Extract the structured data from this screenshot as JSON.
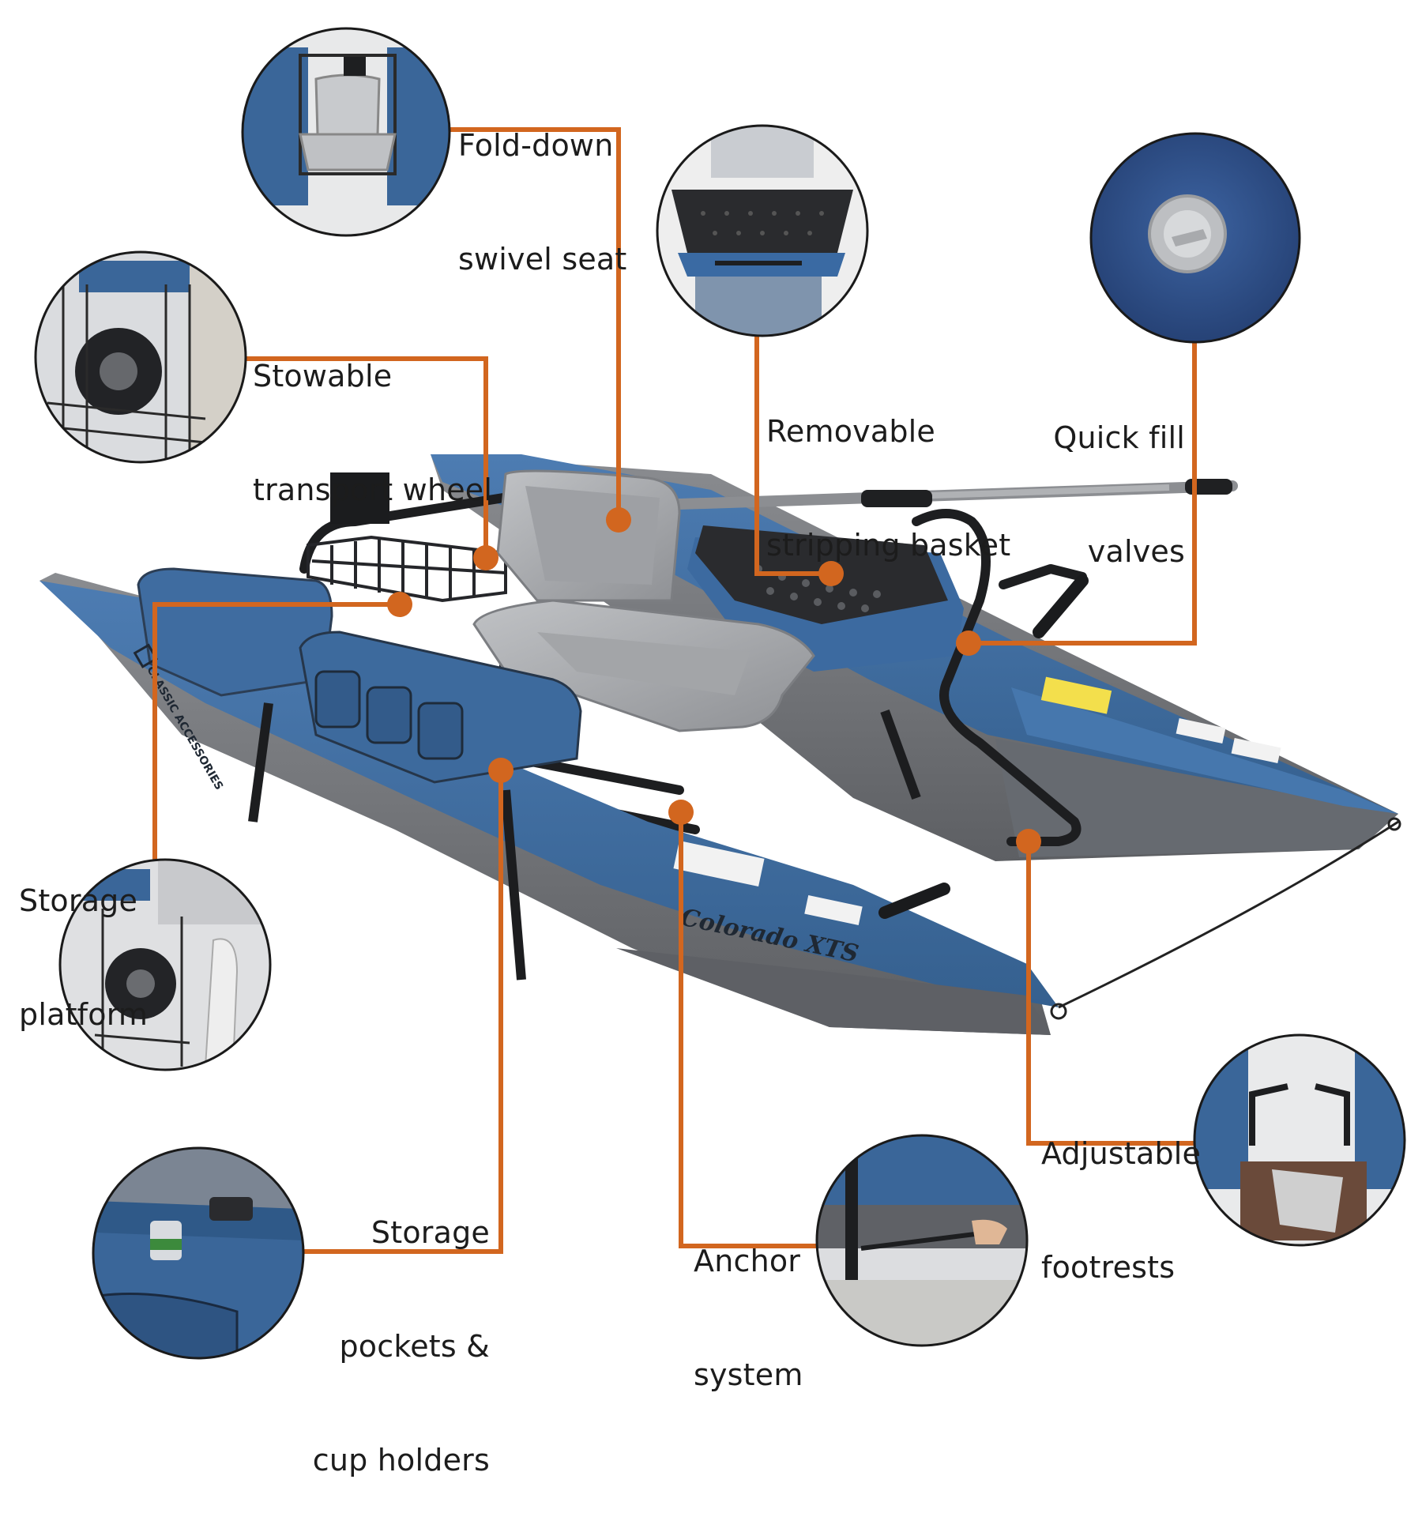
{
  "colors": {
    "leader_line": "#d2661f",
    "dot": "#d2661f",
    "pontoon_blue": "#3f6ca0",
    "pontoon_gray": "#707276",
    "seat_gray": "#a9abae",
    "frame_black": "#1d1e20",
    "circle_border": "#1a1a1a",
    "background": "#ffffff"
  },
  "boat": {
    "model_name": "Colorado XTS",
    "brand_logo": "CLASSIC ACCESSORIES"
  },
  "callouts": [
    {
      "id": "seat",
      "lines": [
        "Fold-down",
        "swivel seat"
      ],
      "icon": "swivel-seat-photo"
    },
    {
      "id": "wheel",
      "lines": [
        "Stowable",
        "transport wheel"
      ],
      "icon": "transport-wheel-photo"
    },
    {
      "id": "basket",
      "lines": [
        "Removable",
        "stripping basket"
      ],
      "icon": "stripping-basket-photo"
    },
    {
      "id": "valves",
      "lines": [
        "Quick fill",
        "valves"
      ],
      "icon": "fill-valve-photo"
    },
    {
      "id": "platform",
      "lines": [
        "Storage",
        "platform"
      ],
      "icon": "storage-platform-photo"
    },
    {
      "id": "footrests",
      "lines": [
        "Adjustable",
        "footrests"
      ],
      "icon": "footrest-photo"
    },
    {
      "id": "pockets",
      "lines": [
        "Storage",
        "pockets &",
        "cup holders"
      ],
      "icon": "cup-holder-photo"
    },
    {
      "id": "anchor",
      "lines": [
        "Anchor",
        "system"
      ],
      "icon": "anchor-system-photo"
    }
  ]
}
